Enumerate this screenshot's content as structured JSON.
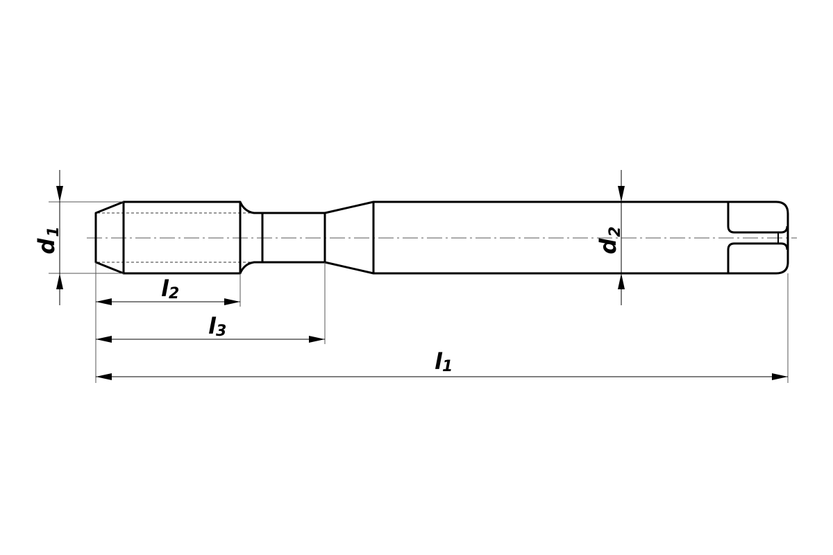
{
  "drawing": {
    "title": "Tap dimensions drawing",
    "labels": {
      "d1": {
        "main": "d",
        "sub": "1"
      },
      "d2": {
        "main": "d",
        "sub": "2"
      },
      "l1": {
        "main": "l",
        "sub": "1"
      },
      "l2": {
        "main": "l",
        "sub": "2"
      },
      "l3": {
        "main": "l",
        "sub": "3"
      }
    }
  }
}
